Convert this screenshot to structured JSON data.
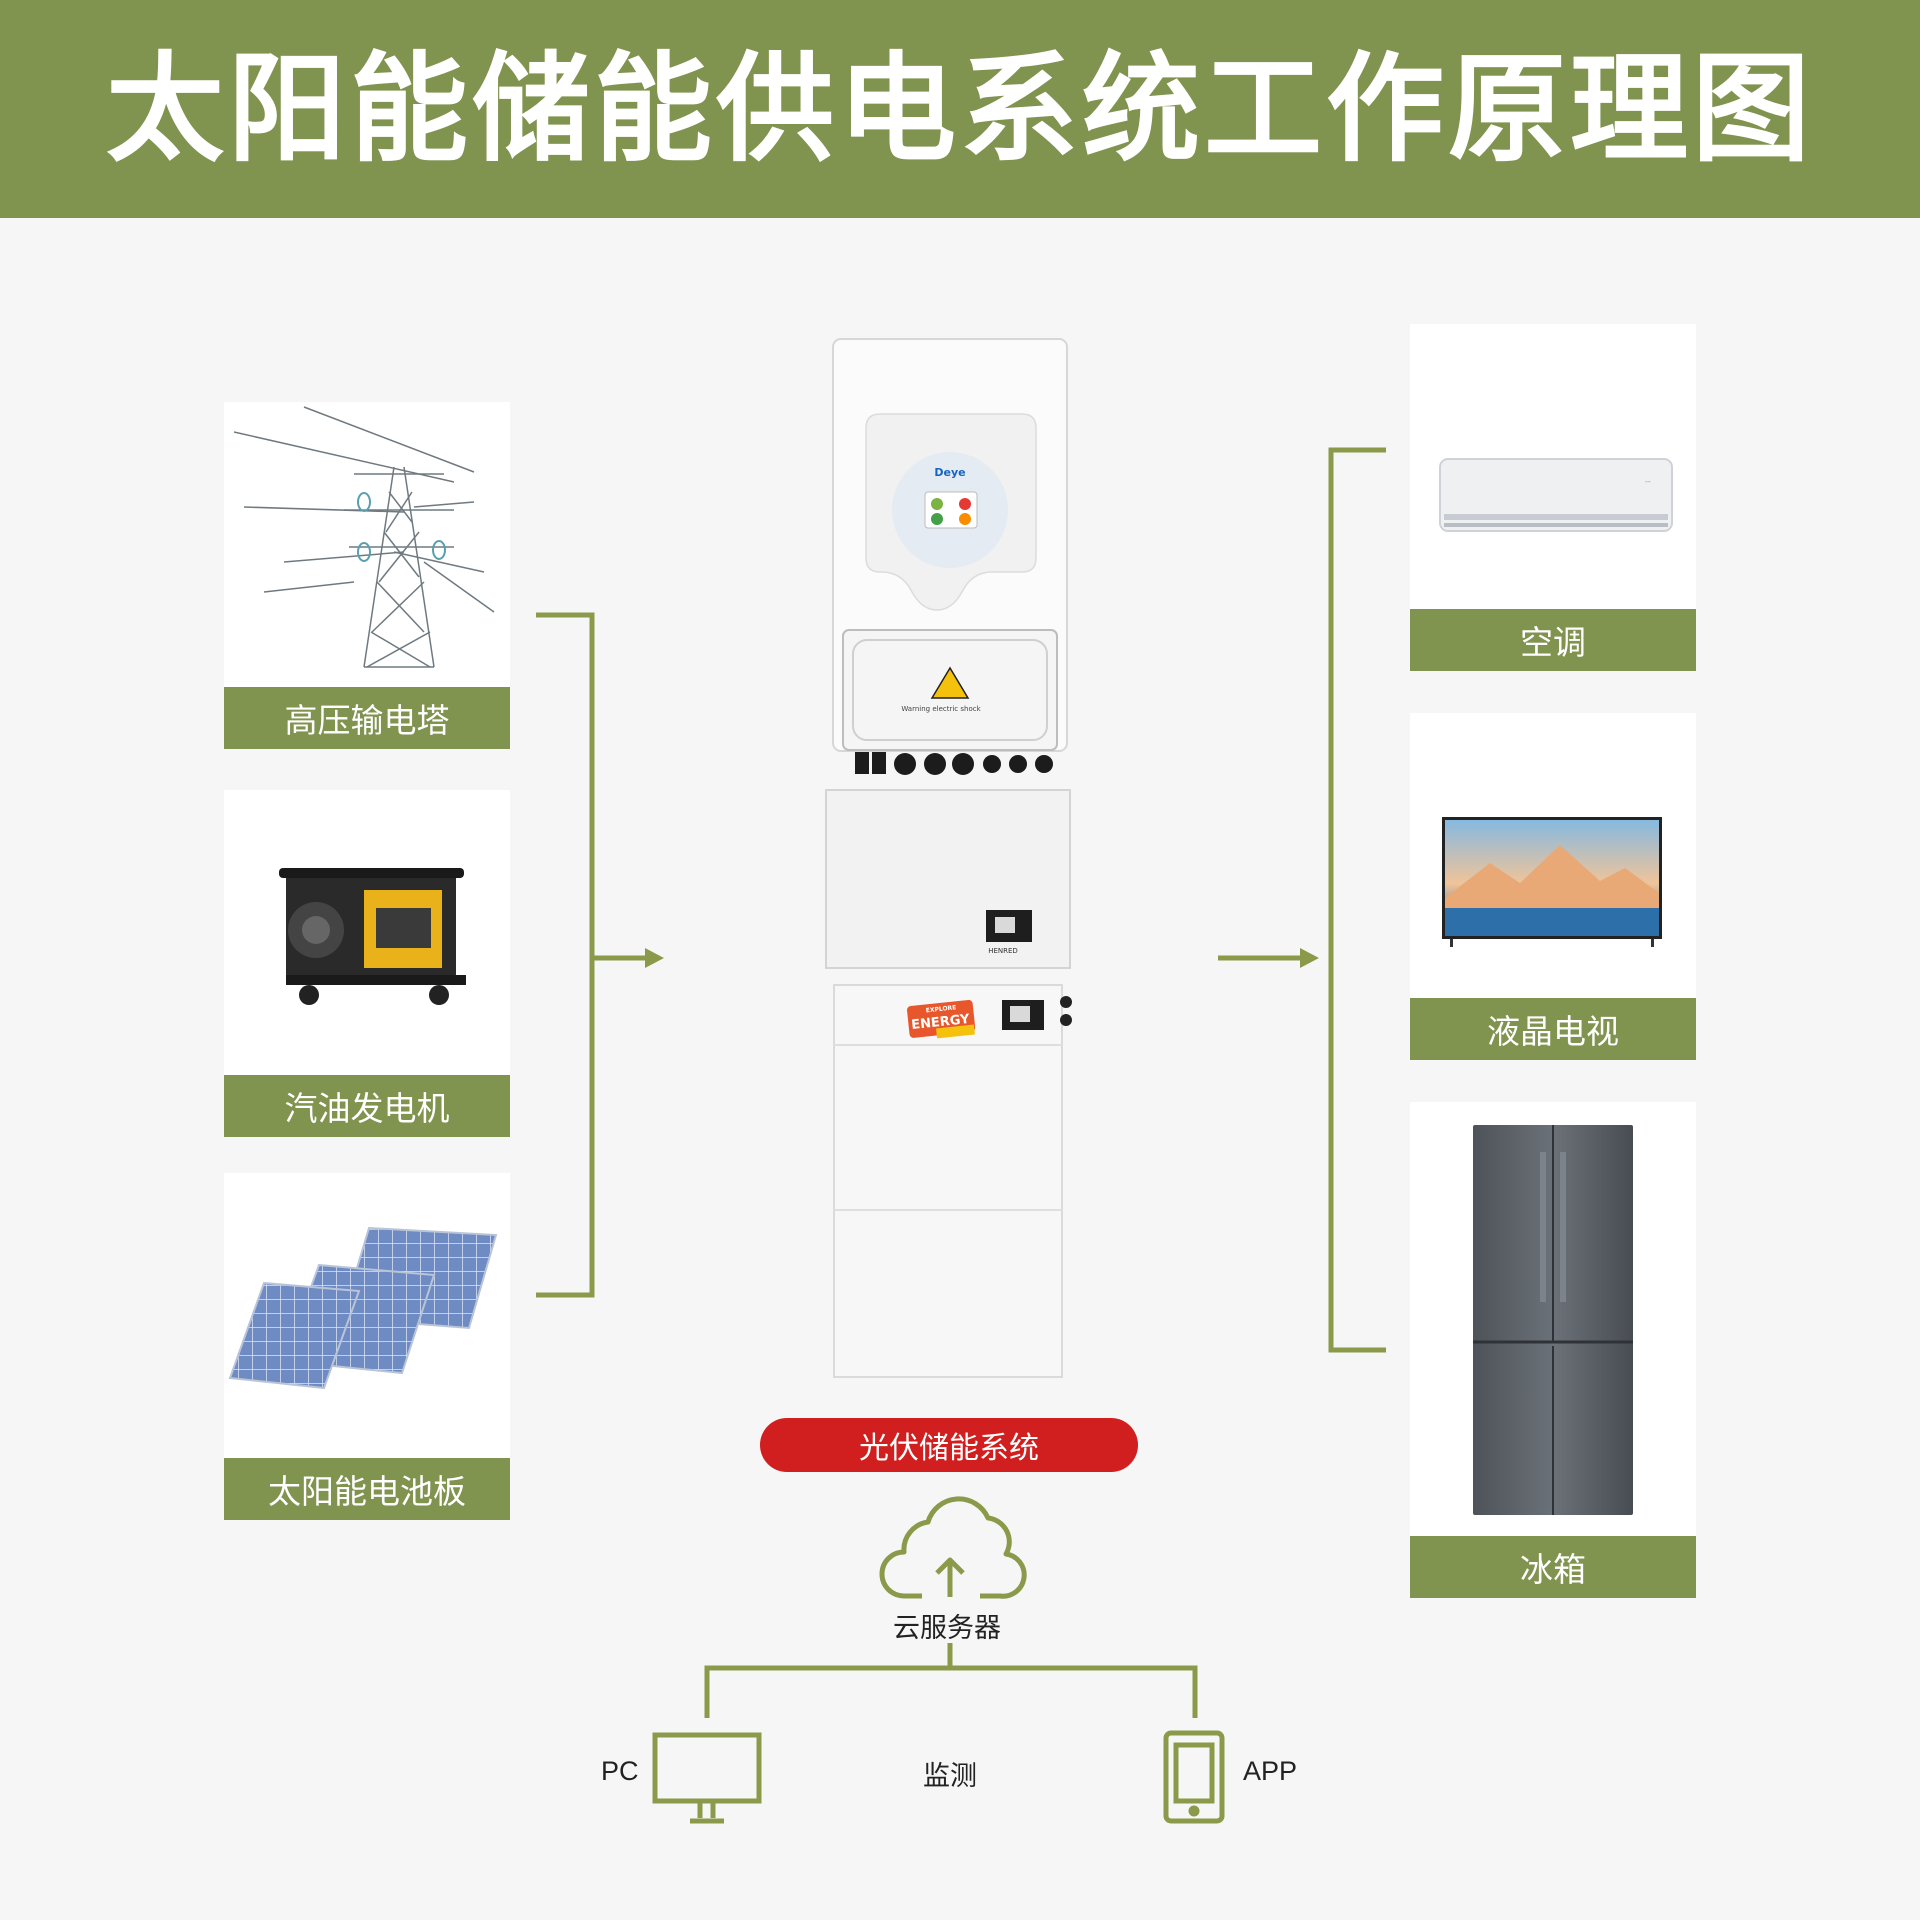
{
  "title": "太阳能储能供电系统工作原理图",
  "sources": [
    {
      "label": "高压输电塔",
      "icon": "transmission-tower-icon"
    },
    {
      "label": "汽油发电机",
      "icon": "gasoline-generator-icon"
    },
    {
      "label": "太阳能电池板",
      "icon": "solar-panel-icon"
    }
  ],
  "system": {
    "label": "光伏储能系统",
    "inverter_brand": "Deye",
    "warning_text": "Warning electric shock",
    "battery_brand": "HENRED",
    "energy_badge_top": "EXPLORE",
    "energy_badge": "ENERGY"
  },
  "loads": [
    {
      "label": "空调",
      "icon": "air-conditioner-icon"
    },
    {
      "label": "液晶电视",
      "icon": "lcd-tv-icon"
    },
    {
      "label": "冰箱",
      "icon": "refrigerator-icon"
    }
  ],
  "cloud": {
    "label": "云服务器",
    "icon": "cloud-upload-icon"
  },
  "monitor": {
    "pc": "PC",
    "center": "监测",
    "app": "APP"
  },
  "colors": {
    "brand_green": "#80934f",
    "line_green": "#8a9a4a",
    "pill_red": "#d11f1f"
  }
}
